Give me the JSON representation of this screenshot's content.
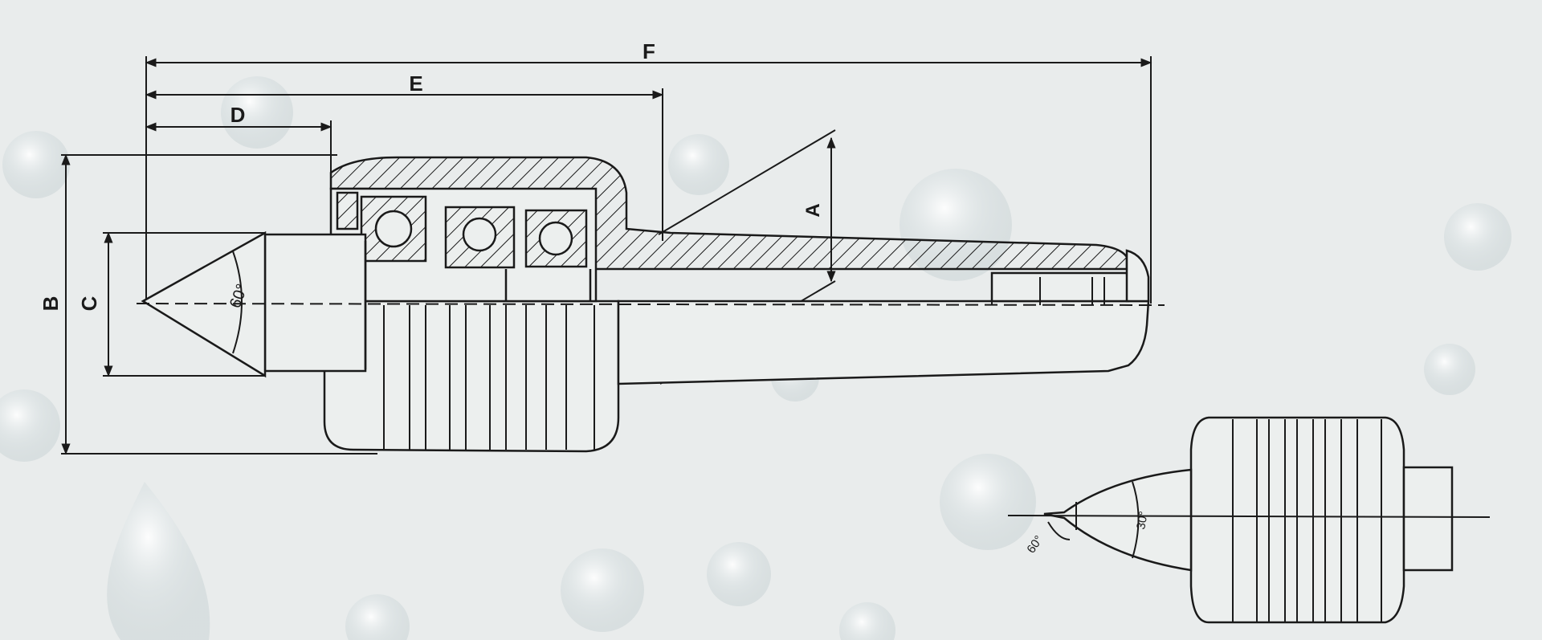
{
  "dimensions": {
    "A": "A",
    "B": "B",
    "C": "C",
    "D": "D",
    "E": "E",
    "F": "F"
  },
  "angles": {
    "main_point": "60°",
    "detail_point": "60°",
    "detail_taper": "30°"
  },
  "colors": {
    "paper": "#e9ecec",
    "ink": "#1a1a1a",
    "bubble": "#cfd8da"
  }
}
